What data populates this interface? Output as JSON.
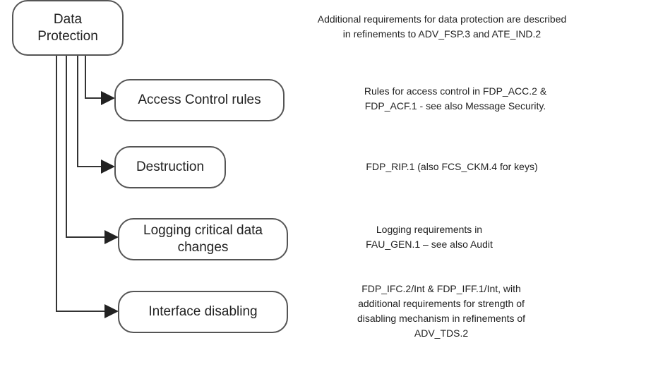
{
  "root": {
    "line1": "Data",
    "line2": "Protection"
  },
  "nodes": [
    {
      "label": "Access Control rules",
      "note": [
        "Rules for access control in FDP_ACC.2 &",
        "FDP_ACF.1 - see also Message Security."
      ]
    },
    {
      "label": "Destruction",
      "note": [
        "FDP_RIP.1 (also FCS_CKM.4 for keys)"
      ]
    },
    {
      "label": "Logging critical data changes",
      "note": [
        "Logging requirements in",
        "FAU_GEN.1 – see also Audit"
      ]
    },
    {
      "label": "Interface disabling",
      "note": [
        "FDP_IFC.2/Int & FDP_IFF.1/Int, with",
        "additional requirements for strength of",
        "disabling mechanism in refinements of",
        "ADV_TDS.2"
      ]
    }
  ],
  "header_note": [
    "Additional requirements for data protection are described",
    "in refinements to ADV_FSP.3 and ATE_IND.2"
  ]
}
